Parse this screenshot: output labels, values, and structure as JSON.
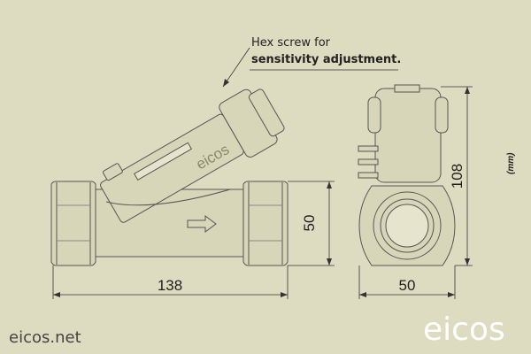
{
  "annotation": {
    "line1": "Hex screw for",
    "line2": "sensitivity adjustment."
  },
  "dimensions": {
    "length": "138",
    "height_left": "50",
    "width_side": "50",
    "height_side": "108",
    "unit": "(mm)"
  },
  "body_logo": "eicos",
  "footer": {
    "site": "eicos.net",
    "logo": "eicos"
  },
  "colors": {
    "background": "#dedcc0",
    "outline": "#555555",
    "logo": "#ffffff"
  }
}
